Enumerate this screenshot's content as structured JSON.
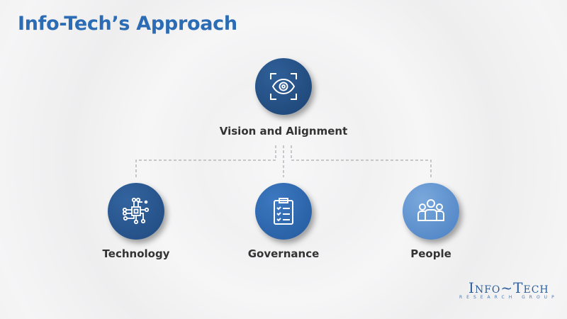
{
  "title": "Info-Tech’s Approach",
  "top_node": {
    "label": "Vision and Alignment",
    "icon": "eye-icon",
    "color": "#1f4a7e"
  },
  "children": [
    {
      "label": "Technology",
      "icon": "circuit-chip-icon",
      "color": "#24508a"
    },
    {
      "label": "Governance",
      "icon": "clipboard-checklist-icon",
      "color": "#2a63aa"
    },
    {
      "label": "People",
      "icon": "people-group-icon",
      "color": "#5b8fcc"
    }
  ],
  "logo": {
    "main": "Info~Tech",
    "sub": "RESEARCH GROUP"
  }
}
